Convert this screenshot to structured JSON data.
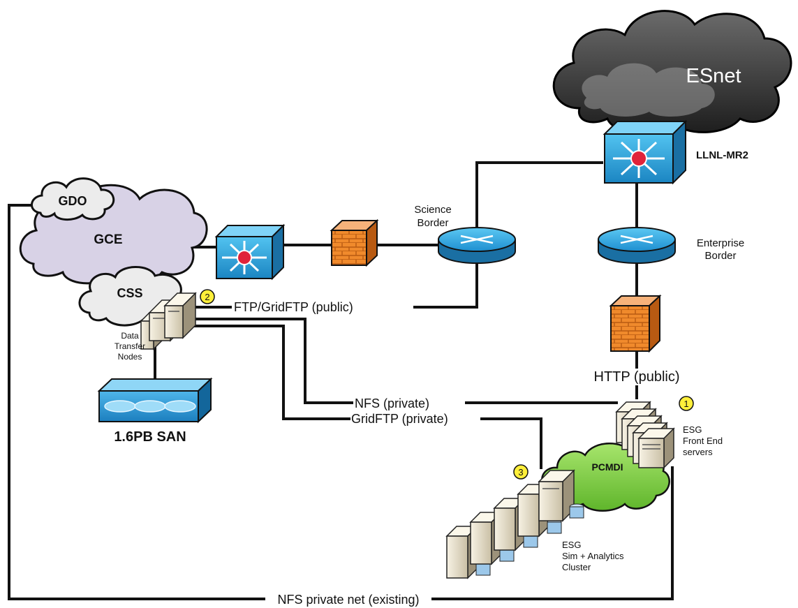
{
  "nodes": {
    "esnet": "ESnet",
    "llnl_mr2": "LLNL-MR2",
    "science_border": [
      "Science",
      "Border"
    ],
    "enterprise_border": [
      "Enterprise",
      "Border"
    ],
    "gdo": "GDO",
    "gce": "GCE",
    "css": "CSS",
    "data_transfer_nodes": [
      "Data",
      "Transfer",
      "Nodes"
    ],
    "san": "1.6PB SAN",
    "pcmdi": "PCMDI",
    "esg_front_end": [
      "ESG",
      "Front End",
      "servers"
    ],
    "esg_cluster": [
      "ESG",
      "Sim + Analytics",
      "Cluster"
    ]
  },
  "links": {
    "ftp_gridftp_public": "FTP/GridFTP (public)",
    "http_public": "HTTP (public)",
    "nfs_private": "NFS (private)",
    "gridftp_private": "GridFTP (private)",
    "nfs_private_net": "NFS private net (existing)"
  },
  "badges": {
    "b1": "1",
    "b2": "2",
    "b3": "3"
  },
  "colors": {
    "switch_blue": "#2a9fd6",
    "router_blue": "#1f8fcf",
    "firewall_orange": "#f08a2c",
    "router_red_hub": "#e0233a",
    "esnet_cloud": "#3a3a3a",
    "pcmdi_cloud": "#7ccf3a",
    "gce_cloud": "#d8d2e6",
    "badge_yellow": "#ffef3a"
  }
}
